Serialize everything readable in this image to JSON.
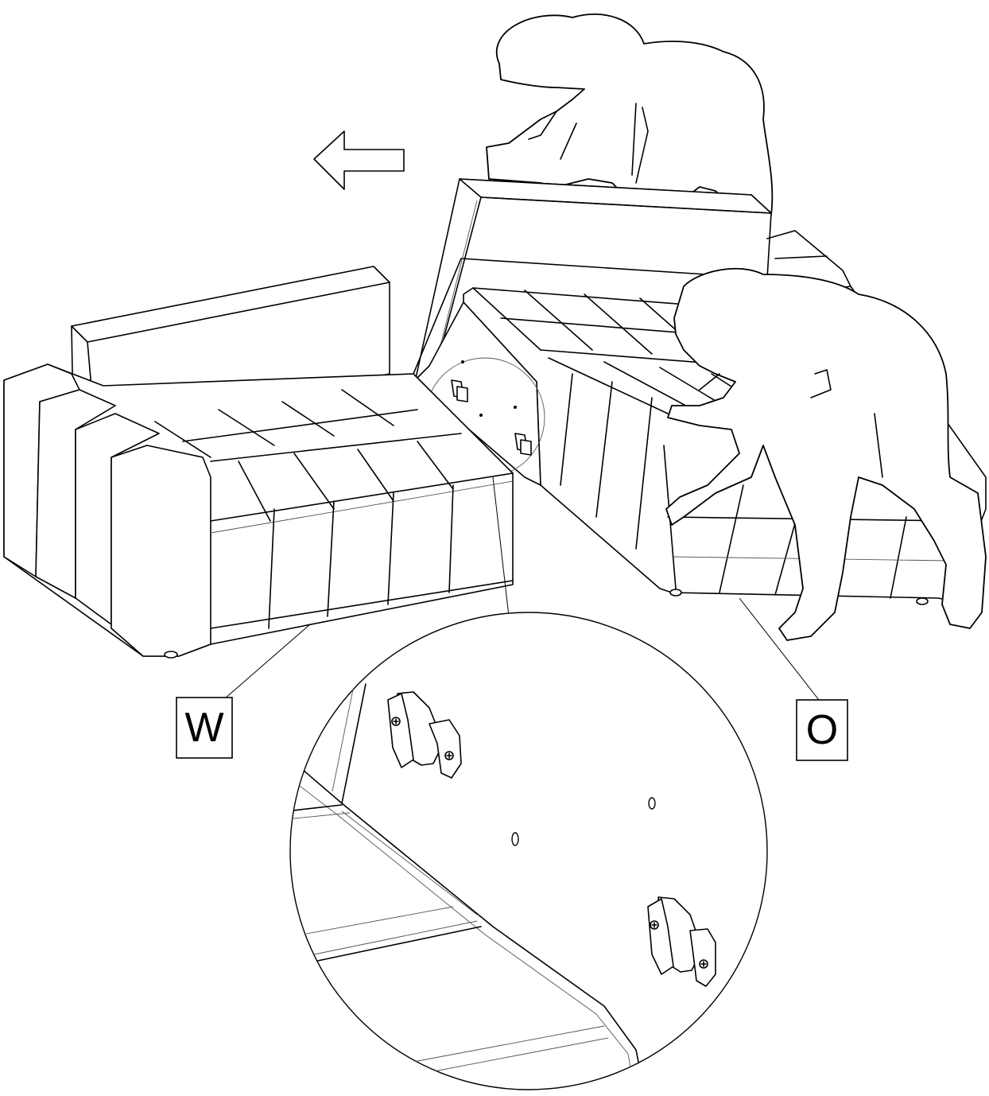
{
  "labels": {
    "left_module": "W",
    "right_module": "O"
  },
  "arrow_direction": "left"
}
